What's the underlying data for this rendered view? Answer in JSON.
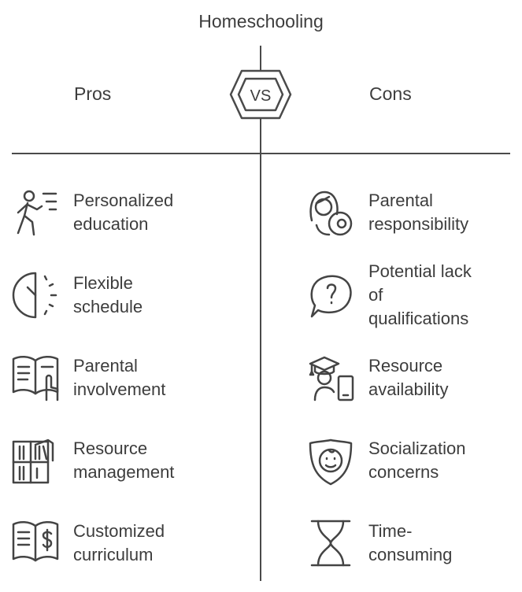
{
  "title": "Homeschooling",
  "vs_label": "VS",
  "pros": {
    "heading": "Pros",
    "items": [
      {
        "label_lines": [
          "Personalized",
          "education"
        ],
        "icon": "running-person-icon"
      },
      {
        "label_lines": [
          "Flexible",
          "schedule"
        ],
        "icon": "clock-icon"
      },
      {
        "label_lines": [
          "Parental",
          "involvement"
        ],
        "icon": "book-hand-icon"
      },
      {
        "label_lines": [
          "Resource",
          "management"
        ],
        "icon": "bookshelf-icon"
      },
      {
        "label_lines": [
          "Customized",
          "curriculum"
        ],
        "icon": "book-dollar-icon"
      }
    ]
  },
  "cons": {
    "heading": "Cons",
    "items": [
      {
        "label_lines": [
          "Parental",
          "responsibility"
        ],
        "icon": "parent-baby-icon"
      },
      {
        "label_lines": [
          "Potential lack",
          "of",
          "qualifications"
        ],
        "icon": "question-bubble-icon"
      },
      {
        "label_lines": [
          "Resource",
          "availability"
        ],
        "icon": "graduate-phone-icon"
      },
      {
        "label_lines": [
          "Socialization",
          "concerns"
        ],
        "icon": "shield-face-icon"
      },
      {
        "label_lines": [
          "Time-",
          "consuming"
        ],
        "icon": "hourglass-icon"
      }
    ]
  }
}
